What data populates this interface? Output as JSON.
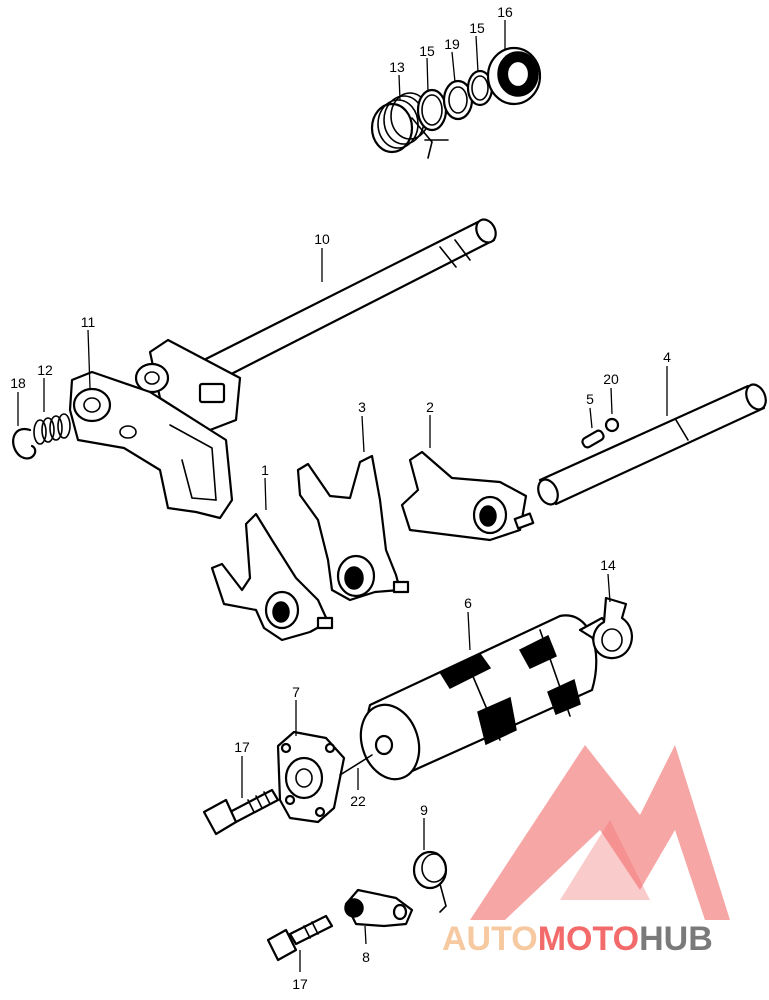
{
  "callouts": [
    {
      "id": "c1",
      "label": "1"
    },
    {
      "id": "c2",
      "label": "2"
    },
    {
      "id": "c3",
      "label": "3"
    },
    {
      "id": "c4",
      "label": "4"
    },
    {
      "id": "c5",
      "label": "5"
    },
    {
      "id": "c6",
      "label": "6"
    },
    {
      "id": "c7",
      "label": "7"
    },
    {
      "id": "c8",
      "label": "8"
    },
    {
      "id": "c9",
      "label": "9"
    },
    {
      "id": "c10",
      "label": "10"
    },
    {
      "id": "c11",
      "label": "11"
    },
    {
      "id": "c12",
      "label": "12"
    },
    {
      "id": "c13",
      "label": "13"
    },
    {
      "id": "c14",
      "label": "14"
    },
    {
      "id": "c15a",
      "label": "15"
    },
    {
      "id": "c15b",
      "label": "15"
    },
    {
      "id": "c16",
      "label": "16"
    },
    {
      "id": "c17",
      "label": "17"
    },
    {
      "id": "c18",
      "label": "18"
    },
    {
      "id": "c19",
      "label": "19"
    },
    {
      "id": "c20",
      "label": "20"
    },
    {
      "id": "c21",
      "label": "21"
    },
    {
      "id": "c22",
      "label": "22"
    }
  ],
  "watermark": {
    "part1": "AUTO",
    "part2": "MOTO",
    "part3": "HUB",
    "color1": "#f7c9a0",
    "color2": "#f26a6a",
    "color3": "#7a7a7a",
    "logo": "triangle-logo-icon"
  }
}
